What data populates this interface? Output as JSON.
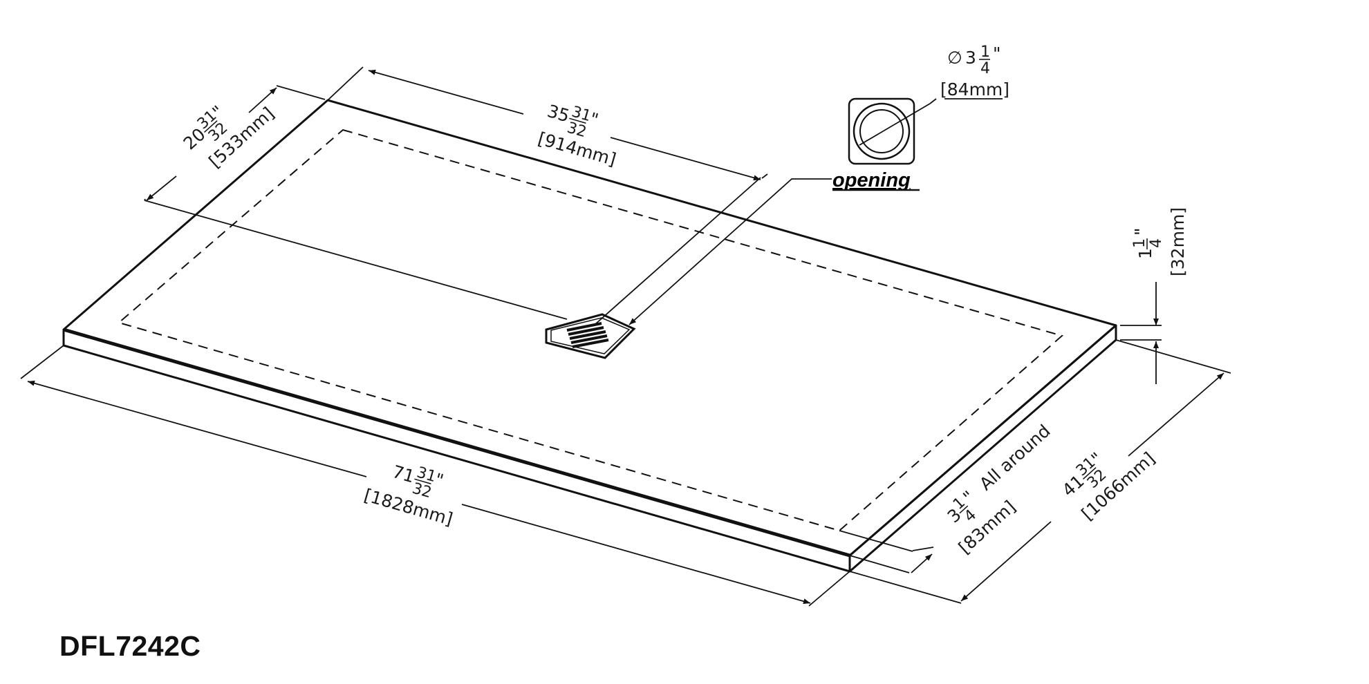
{
  "model": "DFL7242C",
  "labels": {
    "opening": "opening",
    "all_around": "All around"
  },
  "dimensions": {
    "top_length": {
      "whole": "35",
      "num": "31",
      "den": "32",
      "unit": "\"",
      "mm": "[914mm]"
    },
    "top_width": {
      "whole": "20",
      "num": "31",
      "den": "32",
      "unit": "\"",
      "mm": "[533mm]"
    },
    "drain_dia": {
      "sym": "∅",
      "whole": "3",
      "num": "1",
      "den": "4",
      "unit": "\"",
      "mm": "[84mm]"
    },
    "thickness": {
      "whole": "1",
      "num": "1",
      "den": "4",
      "unit": "\"",
      "mm": "[32mm]"
    },
    "length": {
      "whole": "71",
      "num": "31",
      "den": "32",
      "unit": "\"",
      "mm": "[1828mm]"
    },
    "width": {
      "whole": "41",
      "num": "31",
      "den": "32",
      "unit": "\"",
      "mm": "[1066mm]"
    },
    "border": {
      "whole": "3",
      "num": "1",
      "den": "4",
      "unit": "\"",
      "mm": "[83mm]"
    }
  }
}
